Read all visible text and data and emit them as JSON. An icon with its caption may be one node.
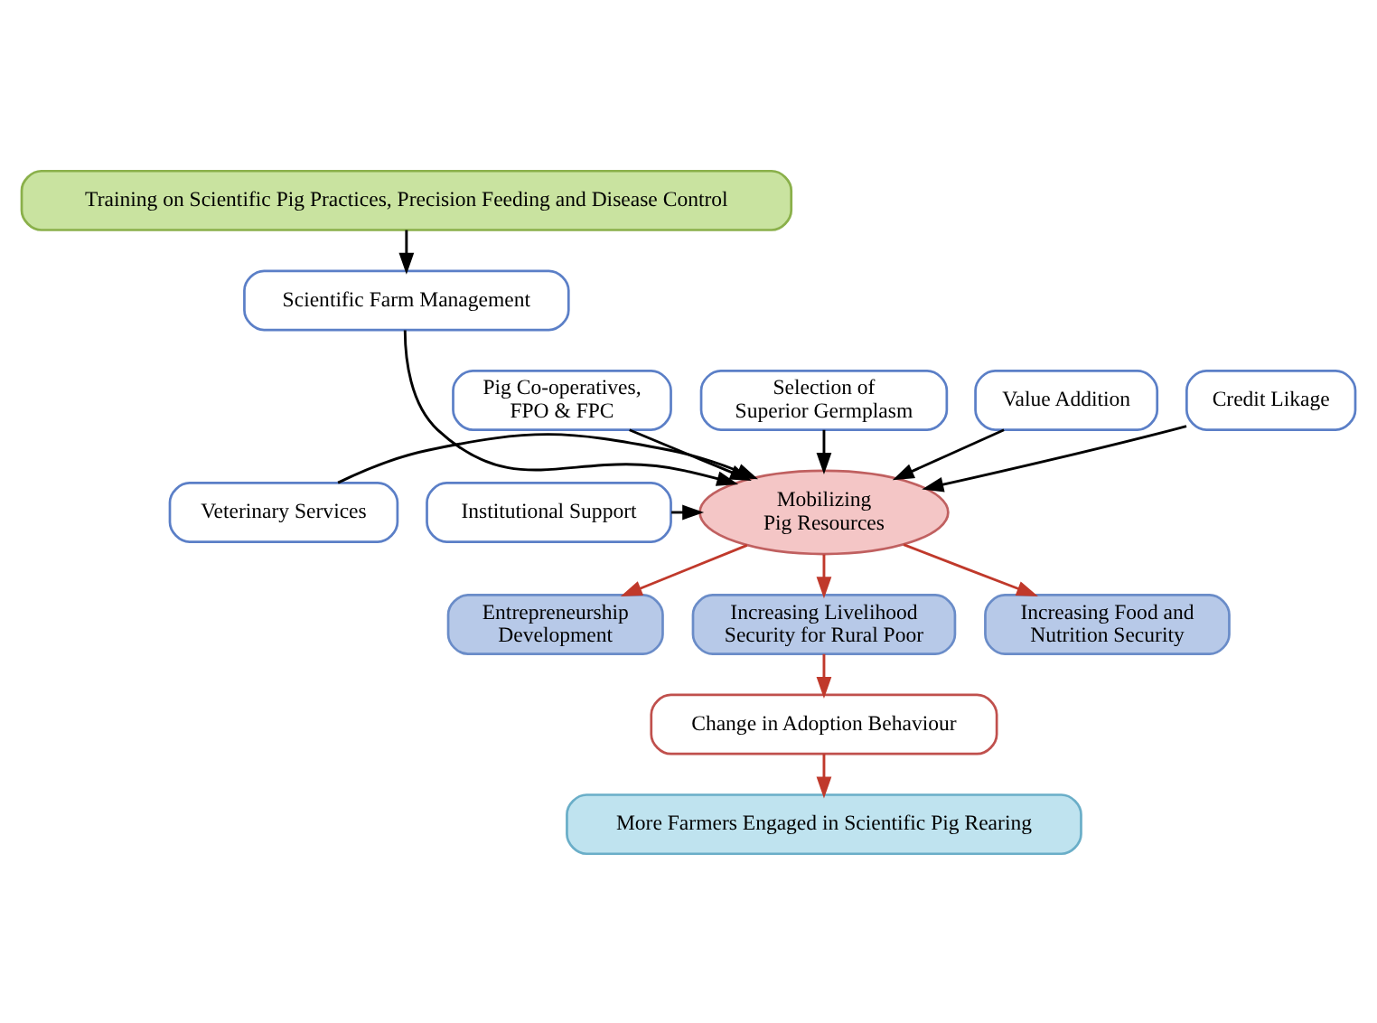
{
  "diagram": {
    "nodes": [
      {
        "text": [
          "Training on Scientific Pig Practices, Precision Feeding and Disease Control"
        ]
      },
      {
        "text": [
          "Scientific Farm Management"
        ]
      },
      {
        "text": [
          "Pig Co-operatives, FPO & FPC"
        ]
      },
      {
        "text": [
          "Selection of Superior Germplasm"
        ]
      },
      {
        "text": [
          "Veterinary Services"
        ]
      },
      {
        "text": [
          "Mobilizing Pig Resources"
        ]
      },
      {
        "text": [
          "Institutional Support"
        ]
      },
      {
        "text": [
          "Value Addition"
        ]
      },
      {
        "text": [
          "Credit Likage"
        ]
      },
      {
        "text": [
          "Entrepreneurship Development"
        ]
      },
      {
        "text": [
          "Increasing Livelihood Security for Rural Poor"
        ]
      },
      {
        "text": [
          "Increasing Food and Nutrition Security"
        ]
      },
      {
        "text": [
          "Change in Adoption Behaviour"
        ]
      },
      {
        "text": [
          "More Farmers Engaged in Scientific Pig Rearing"
        ]
      }
    ],
    "edges": [
      {
        "from": 0,
        "to": 1,
        "arrow": "to"
      },
      {
        "from": 1,
        "to": 5,
        "arrow": "to"
      },
      {
        "from": 2,
        "to": 5,
        "arrow": "to"
      },
      {
        "from": 3,
        "to": 5,
        "arrow": "to"
      },
      {
        "from": 4,
        "to": 5,
        "arrow": "to"
      },
      {
        "from": 6,
        "to": 5,
        "arrow": "to"
      },
      {
        "from": 7,
        "to": 5,
        "arrow": "to"
      },
      {
        "from": 8,
        "to": 5,
        "arrow": "to"
      },
      {
        "from": 5,
        "to": 9,
        "arrow": "to",
        "color": "#c0392b"
      },
      {
        "from": 5,
        "to": 10,
        "arrow": "to",
        "color": "#c0392b"
      },
      {
        "from": 5,
        "to": 11,
        "arrow": "to",
        "color": "#c0392b"
      },
      {
        "from": 10,
        "to": 12,
        "arrow": "to",
        "color": "#c0392b"
      },
      {
        "from": 12,
        "to": 13,
        "arrow": "to",
        "color": "#c0392b"
      }
    ]
  }
}
